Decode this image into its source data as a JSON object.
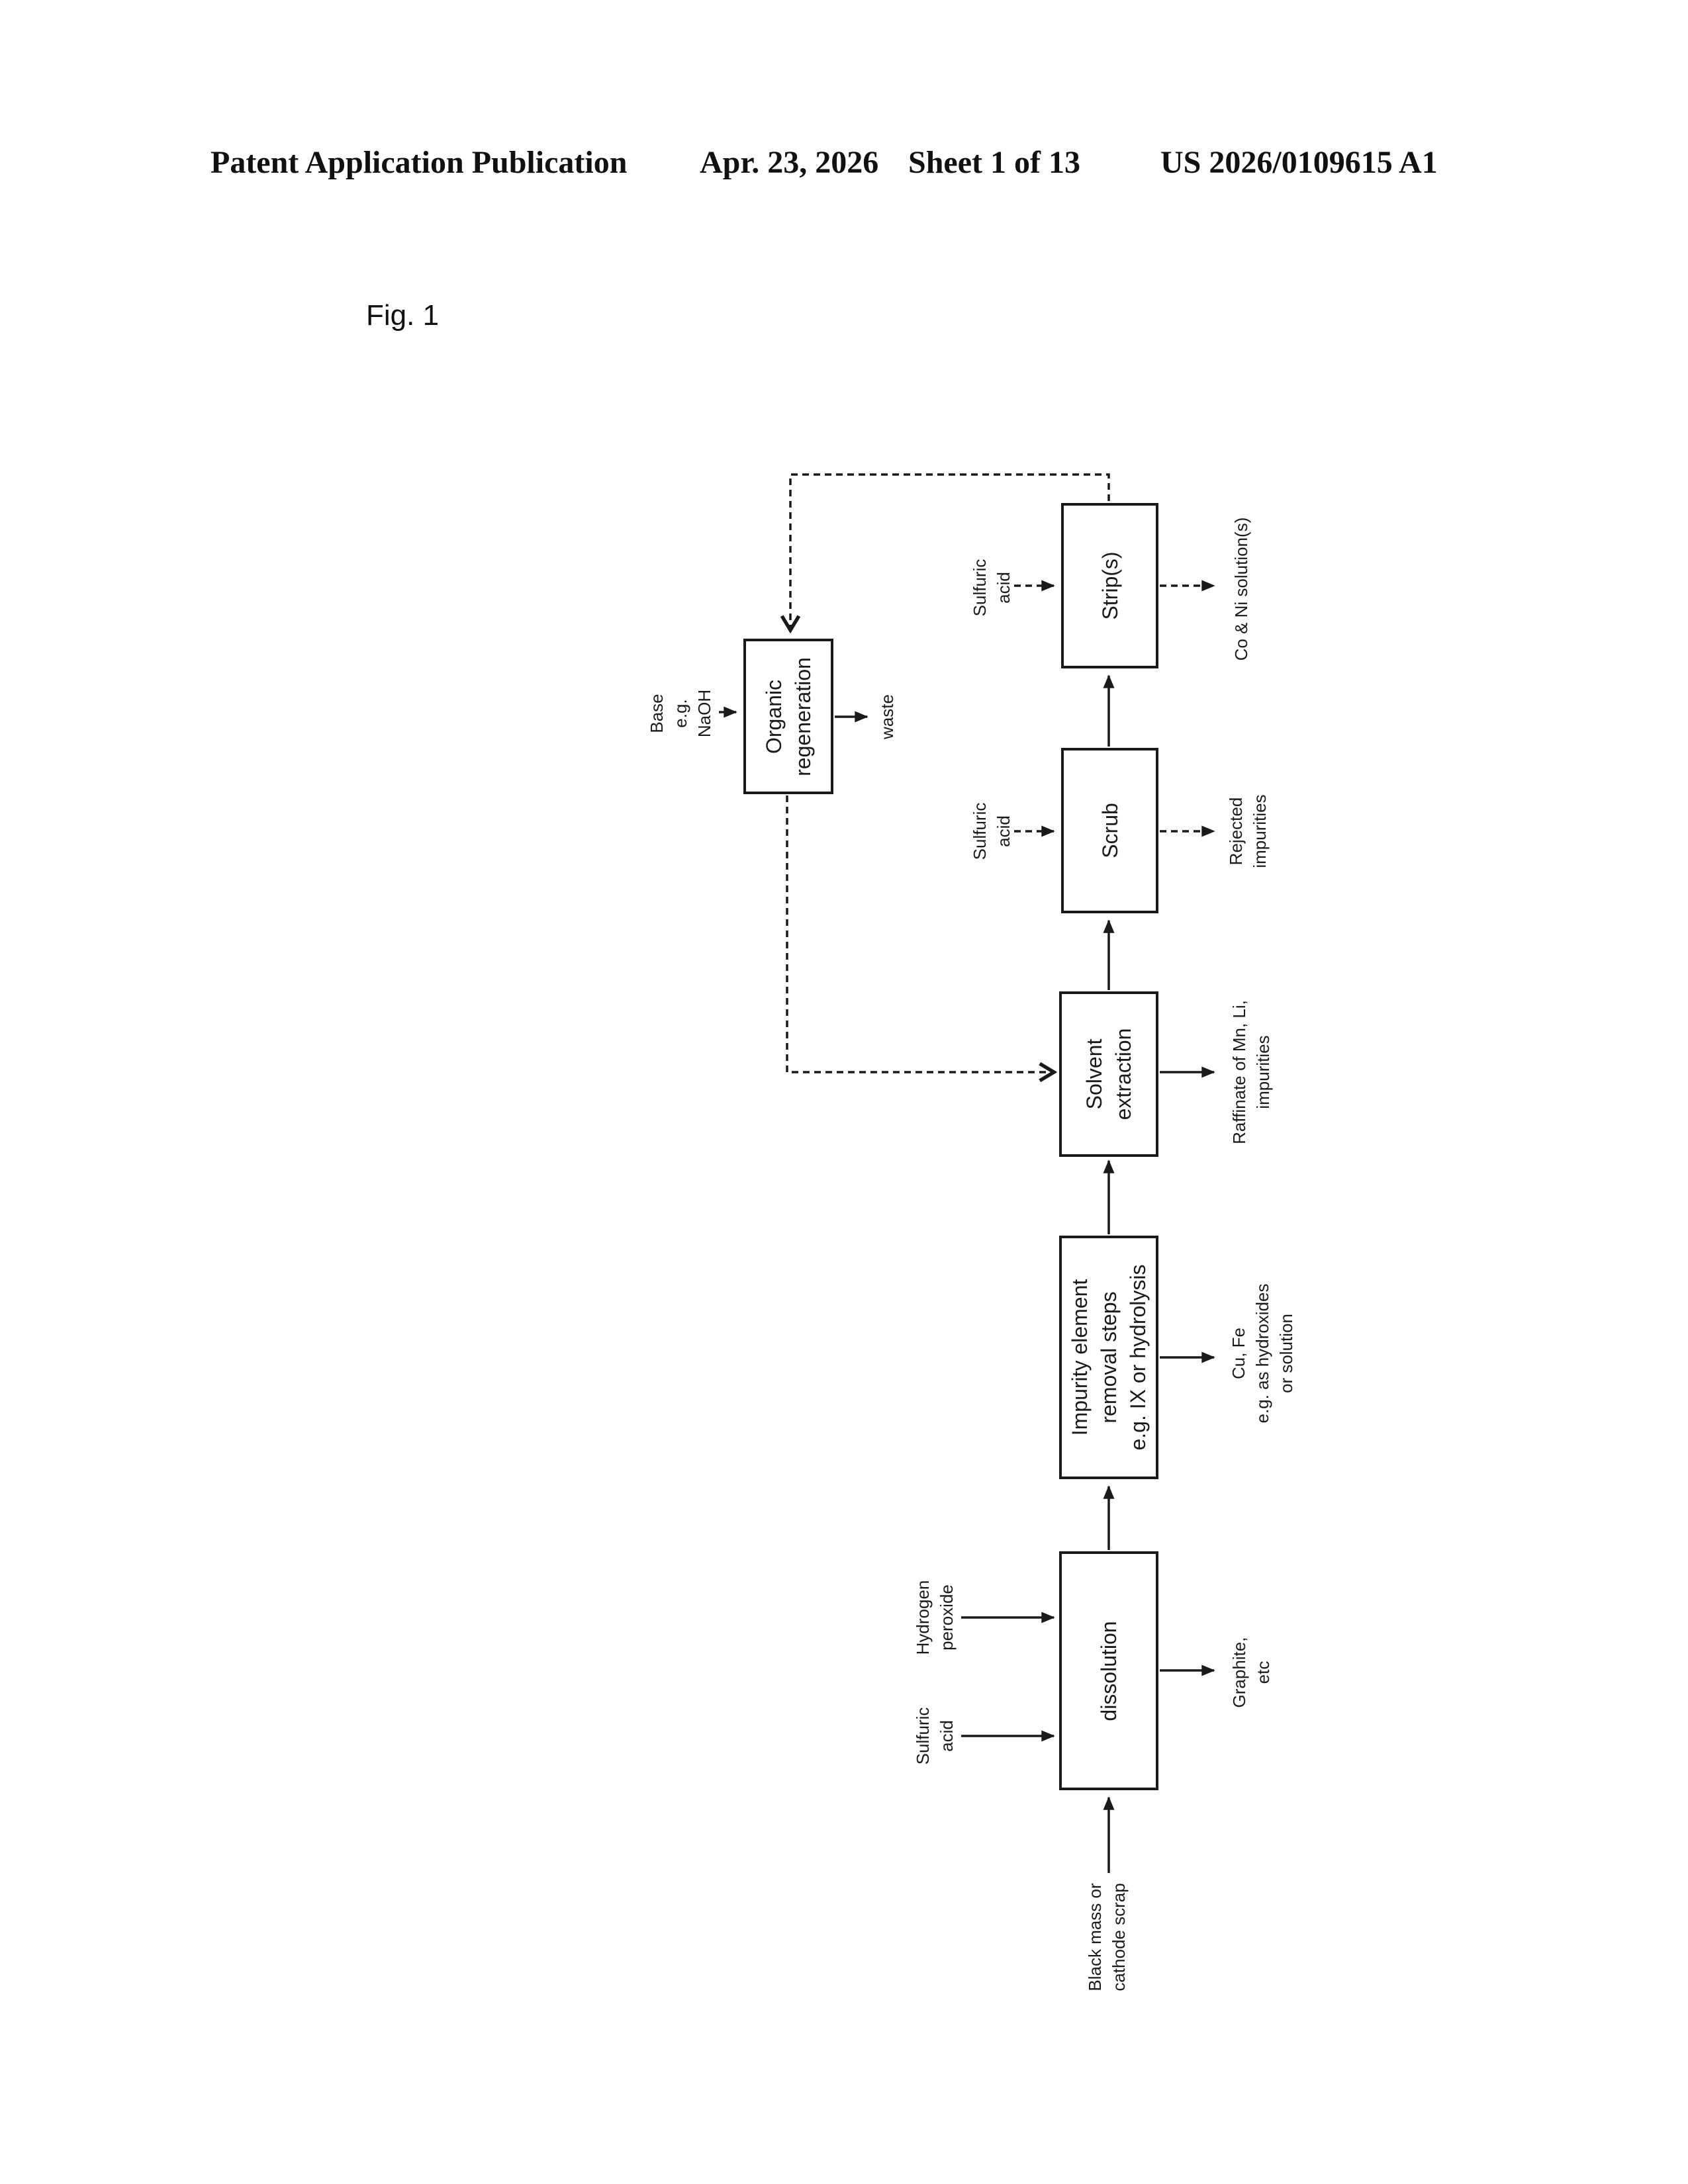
{
  "header": {
    "left": "Patent Application Publication",
    "date": "Apr. 23, 2026",
    "sheet": "Sheet 1 of 13",
    "patent_number": "US 2026/0109615 A1"
  },
  "figure_label": "Fig. 1",
  "diagram": {
    "boxes": {
      "dissolution": {
        "label": [
          "dissolution"
        ]
      },
      "impurity_removal": {
        "label": [
          "Impurity element",
          "removal steps",
          "e.g. IX or hydrolysis"
        ]
      },
      "solvent_extraction": {
        "label": [
          "Solvent",
          "extraction"
        ]
      },
      "scrub": {
        "label": [
          "Scrub"
        ]
      },
      "strip": {
        "label": [
          "Strip(s)"
        ]
      },
      "organic_regeneration": {
        "label": [
          "Organic",
          "regeneration"
        ]
      }
    },
    "streams": {
      "feed": [
        "Black mass or",
        "cathode scrap"
      ],
      "sulfuric_acid_to_dissolution": [
        "Sulfuric",
        "acid"
      ],
      "hydrogen_peroxide": [
        "Hydrogen",
        "peroxide"
      ],
      "graphite_out": [
        "Graphite,",
        "etc"
      ],
      "cu_fe_out": [
        "Cu, Fe",
        "e.g. as hydroxides",
        "or solution"
      ],
      "raffinate_out": [
        "Raffinate of Mn, Li,",
        "impurities"
      ],
      "sulfuric_acid_to_scrub": [
        "Sulfuric",
        "acid"
      ],
      "rejected_out": [
        "Rejected",
        "impurities"
      ],
      "sulfuric_acid_to_strip": [
        "Sulfuric",
        "acid"
      ],
      "co_ni_out": [
        "Co & Ni solution(s)"
      ],
      "base_in": [
        "Base",
        "e.g.",
        "NaOH"
      ],
      "waste_out": [
        "waste"
      ]
    },
    "colors": {
      "ink": "#1a1a1a",
      "background": "#ffffff"
    }
  }
}
